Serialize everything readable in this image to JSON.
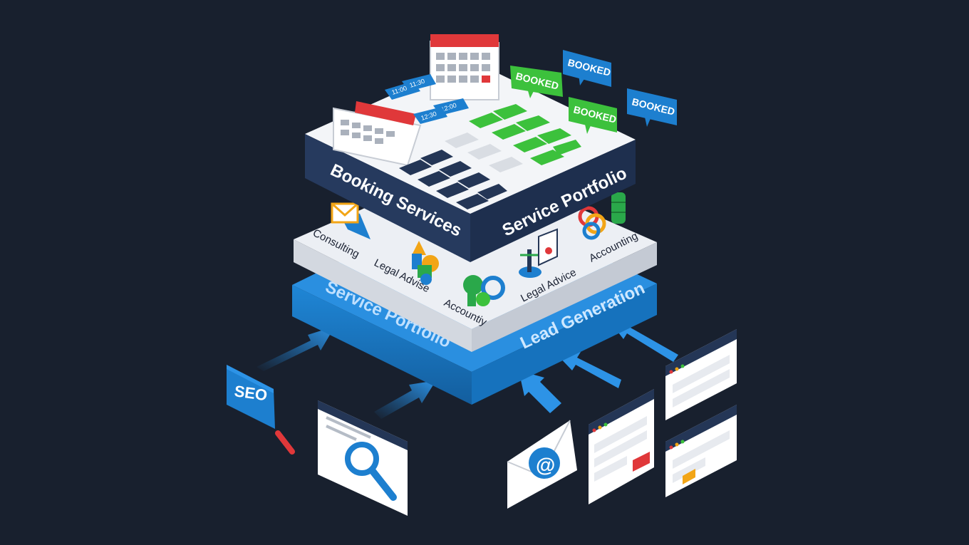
{
  "top_layer": {
    "left_label": "Booking Services",
    "right_label": "Service Portfolio",
    "badges": [
      "BOOKED",
      "BOOKED",
      "BOOKED",
      "BOOKED"
    ],
    "time_slots": [
      "11:00",
      "11:30",
      "12:00",
      "12:30"
    ]
  },
  "middle_layer": {
    "services": [
      "Consulting",
      "Legal Advise",
      "Accountiy",
      "Legal Advice",
      "Accounting"
    ]
  },
  "bottom_layer": {
    "left_label": "Service Portfolio",
    "right_label": "Lead Generation"
  },
  "sources": {
    "seo_label": "SEO",
    "email_symbol": "@"
  },
  "colors": {
    "background": "#18202e",
    "blue": "#1d7fcf",
    "navy": "#243656",
    "green": "#3cc13c",
    "red": "#e0383a"
  }
}
